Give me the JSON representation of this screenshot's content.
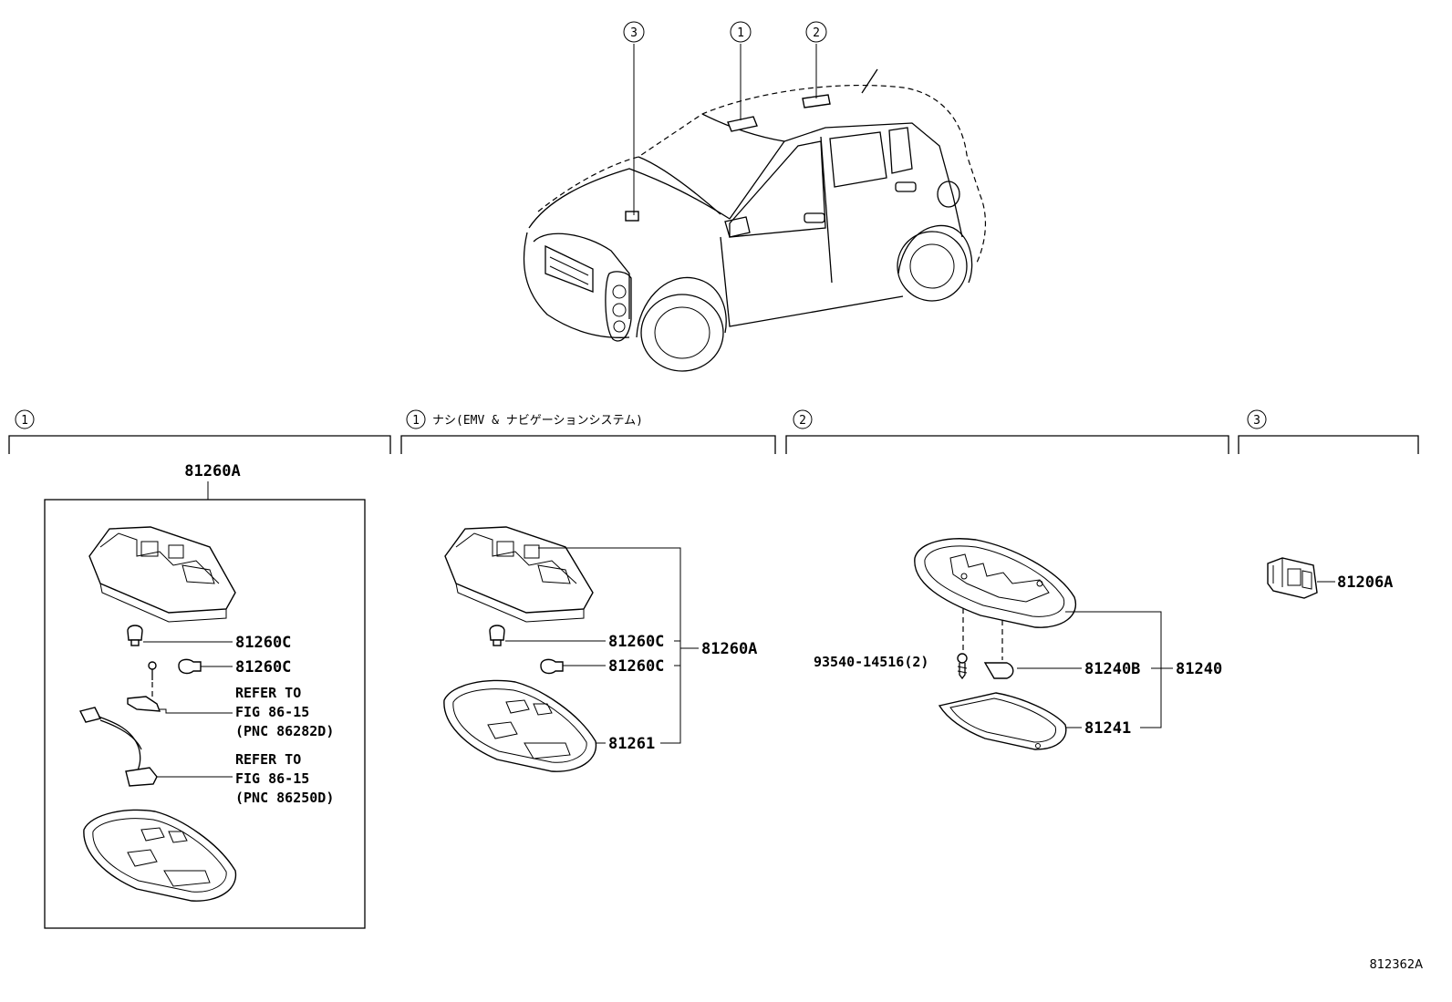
{
  "callouts": {
    "c1": "1",
    "c2": "2",
    "c3": "3"
  },
  "sections": {
    "s1": {
      "circle": "1",
      "label": ""
    },
    "s1b": {
      "circle": "1",
      "label": "ナシ(EMV & ナビゲーションシステム)"
    },
    "s2": {
      "circle": "2",
      "label": ""
    },
    "s3": {
      "circle": "3",
      "label": ""
    }
  },
  "parts": {
    "p81260A_box": "81260A",
    "p81260C_a": "81260C",
    "p81260C_b": "81260C",
    "refer1": [
      "REFER TO",
      "FIG 86-15",
      "(PNC 86282D)"
    ],
    "refer2": [
      "REFER TO",
      "FIG 86-15",
      "(PNC 86250D)"
    ],
    "p81260C_c": "81260C",
    "p81260C_d": "81260C",
    "p81260A_mid": "81260A",
    "p81261": "81261",
    "p93540": "93540-14516(2)",
    "p81240B": "81240B",
    "p81240": "81240",
    "p81241": "81241",
    "p81206A": "81206A"
  },
  "figure_id": "812362A"
}
